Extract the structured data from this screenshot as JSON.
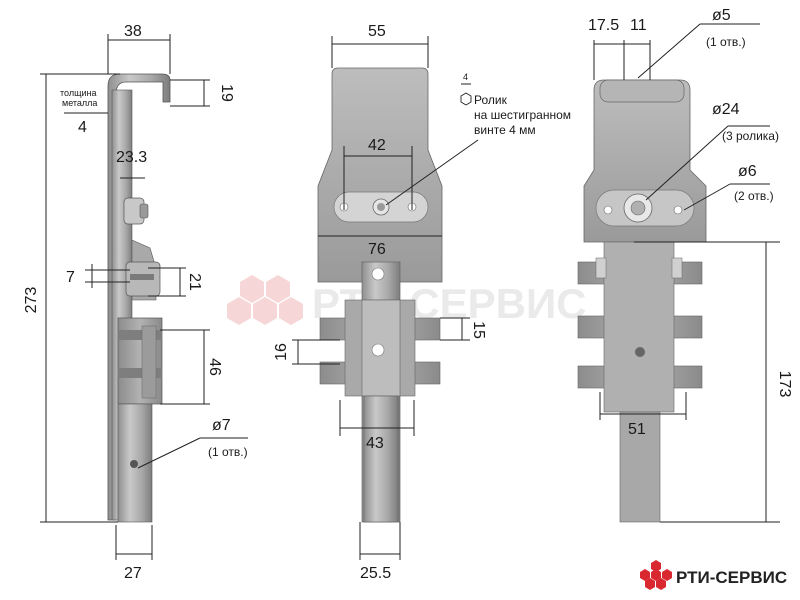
{
  "left_view": {
    "dim_width_top": "38",
    "dim_height_total": "273",
    "dim_top_flange": "19",
    "metal_thickness_label_line1": "толщина",
    "metal_thickness_label_line2": "металла",
    "metal_thickness": "4",
    "dim_roller_offset": "23.3",
    "dim_small_7": "7",
    "dim_21": "21",
    "dim_46": "46",
    "hole_diameter": "ø7",
    "hole_count": "(1 отв.)",
    "dim_bottom_width": "27"
  },
  "middle_view": {
    "dim_top_width": "55",
    "hex_size": "4",
    "hex_note_line1": "Ролик",
    "hex_note_line2": "на шестигранном",
    "hex_note_line3": "винте 4 мм",
    "dim_hole_spacing": "42",
    "dim_plate_width": "76",
    "dim_15": "15",
    "dim_16": "16",
    "dim_43": "43",
    "dim_bottom_width": "25.5"
  },
  "right_view": {
    "dim_17_5": "17.5",
    "dim_11": "11",
    "small_hole_diameter": "ø5",
    "small_hole_count": "(1 отв.)",
    "roller_diameter": "ø24",
    "roller_count": "(3 ролика)",
    "side_hole_diameter": "ø6",
    "side_hole_count": "(2 отв.)",
    "dim_173": "173",
    "dim_51": "51"
  },
  "watermark": {
    "text": "РТИ-СЕРВИС"
  },
  "brand": {
    "name": "РТИ-СЕРВИС",
    "icon": "hexagon-cluster-icon",
    "hex_color": "#d9282f"
  }
}
